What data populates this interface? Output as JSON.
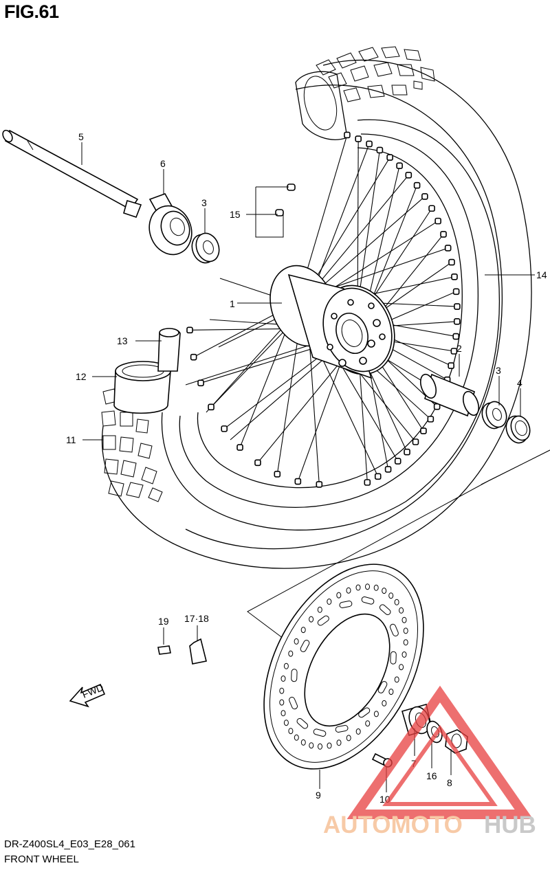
{
  "figure": {
    "title": "FIG.61",
    "code": "DR-Z400SL4_E03_E28_061",
    "name": "FRONT WHEEL"
  },
  "callouts": {
    "c1": "1",
    "c2": "2",
    "c3a": "3",
    "c3b": "3",
    "c4": "4",
    "c5": "5",
    "c6": "6",
    "c7": "7",
    "c8": "8",
    "c9": "9",
    "c10": "10",
    "c11": "11",
    "c12": "12",
    "c13": "13",
    "c14": "14",
    "c15": "15",
    "c16": "16",
    "c17_18": "17·18",
    "c19": "19"
  },
  "direction_arrow": {
    "label": "FWD",
    "icon": "fwd-arrow-icon"
  },
  "watermark": {
    "part1": "AUTOMOTO",
    "part2": "HUB",
    "color_part1": "#f5b98a",
    "color_part2": "#b8b8b8",
    "triangle_color": "#e84040"
  }
}
